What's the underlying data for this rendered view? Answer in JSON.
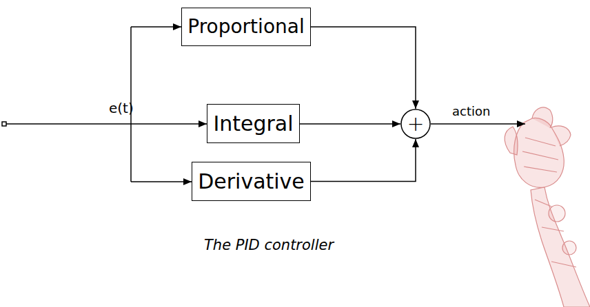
{
  "diagram": {
    "caption": "The PID controller",
    "nodes": [
      {
        "text": [
          "Proportional"
        ]
      },
      {
        "text": [
          "Integral"
        ]
      },
      {
        "text": [
          "Derivative"
        ]
      },
      {
        "text": [
          "+"
        ]
      }
    ],
    "edges": [
      {
        "from": 0,
        "to": 3,
        "arrow": "to"
      },
      {
        "from": 1,
        "to": 3,
        "arrow": "to"
      },
      {
        "from": 2,
        "to": 3,
        "arrow": "to"
      }
    ],
    "labels": [
      "e(t)",
      "action"
    ]
  }
}
